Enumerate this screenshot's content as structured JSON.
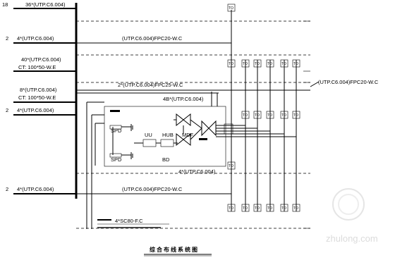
{
  "title": "综合布线系统图",
  "watermark": "zhulong.com",
  "riser_labels": [
    {
      "count": "18",
      "cable": "36*(UTP.C6.004)"
    },
    {
      "count": "2",
      "cable": "4*(UTP.C6.004)"
    },
    {
      "count": "",
      "cable": "40*(UTP.C6.004)",
      "tray": "CT: 100*50-W.E"
    },
    {
      "count": "",
      "cable": "8*(UTP.C6.004)",
      "tray": "CT: 100*50-W.E"
    },
    {
      "count": "2",
      "cable": "4*(UTP.C6.004)"
    },
    {
      "count": "2",
      "cable": "4*(UTP.C6.004)"
    }
  ],
  "floor_feeds": [
    "(UTP.C6.004)FPC20-W.C",
    "2*(UTP.C6.004)FPC25-W.C",
    "(UTP.C6.004)FPC20-W.C"
  ],
  "right_feed": "(UTP.C6.004)FPC20-W.C",
  "room": {
    "top_cable": "4B*(UTP.C6.004)",
    "bottom_cable": "4*(UTP.C6.004)",
    "devices": {
      "spd": "SPD",
      "ups": "UU",
      "hub": "HUB",
      "mdf": "MDF",
      "bd": "BD"
    }
  },
  "outlet_label": "TO",
  "conduit": "4*SC80-F.C"
}
